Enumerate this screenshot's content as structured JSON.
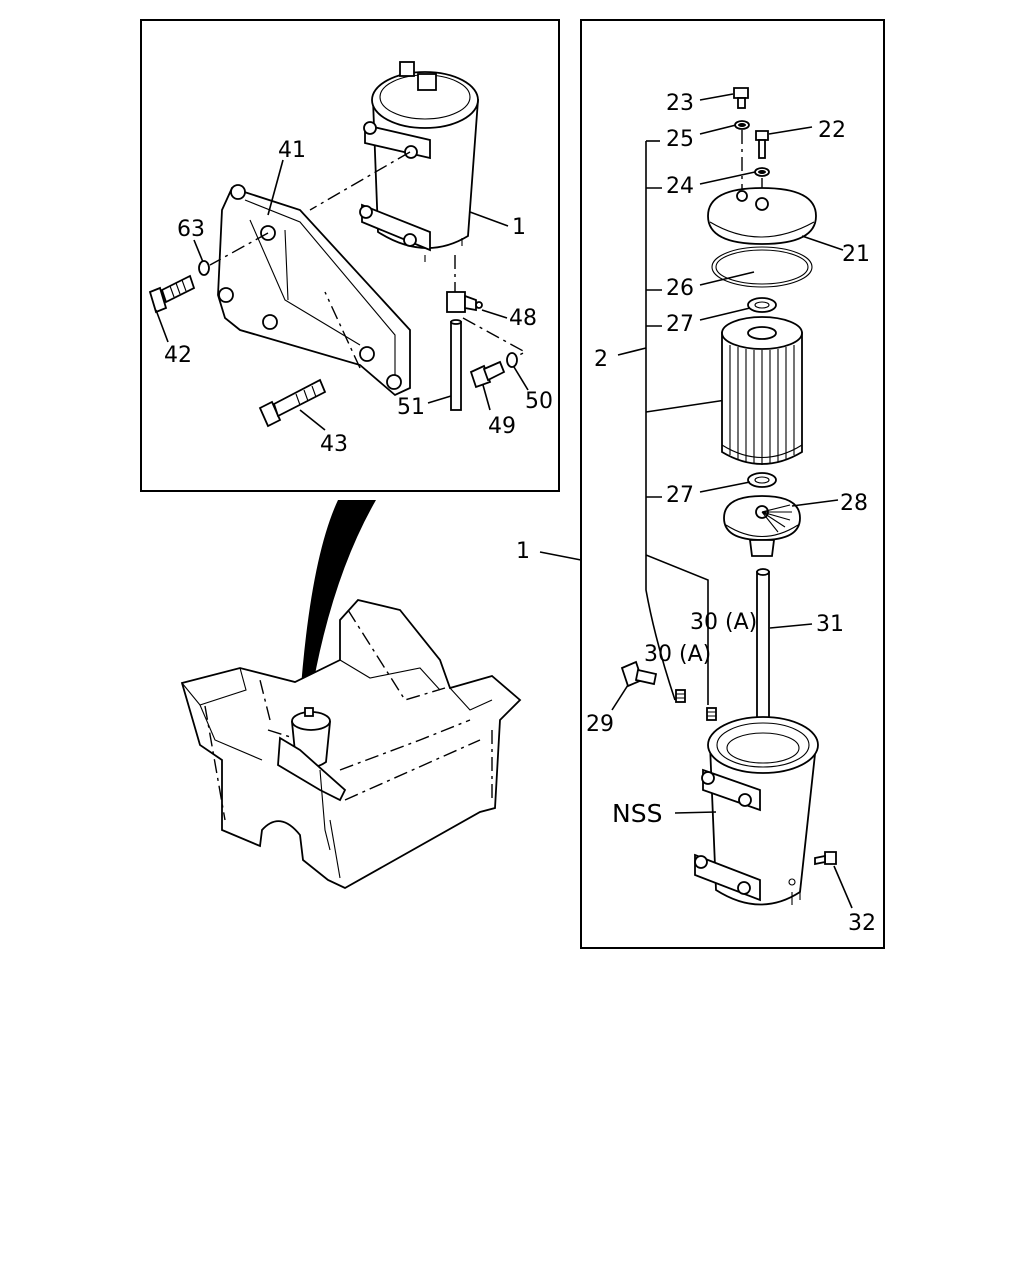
{
  "labels": {
    "inset_1": "1",
    "p41": "41",
    "p63": "63",
    "p42": "42",
    "p43": "43",
    "p48": "48",
    "p50": "50",
    "p49": "49",
    "p51": "51",
    "p23": "23",
    "p22": "22",
    "p25": "25",
    "p24": "24",
    "p21": "21",
    "p26": "26",
    "p27a": "27",
    "p2": "2",
    "p27b": "27",
    "p28": "28",
    "p1": "1",
    "p30a": "30 (A)",
    "p31": "31",
    "p30b": "30 (A)",
    "p29": "29",
    "nss": "NSS",
    "p32": "32"
  }
}
